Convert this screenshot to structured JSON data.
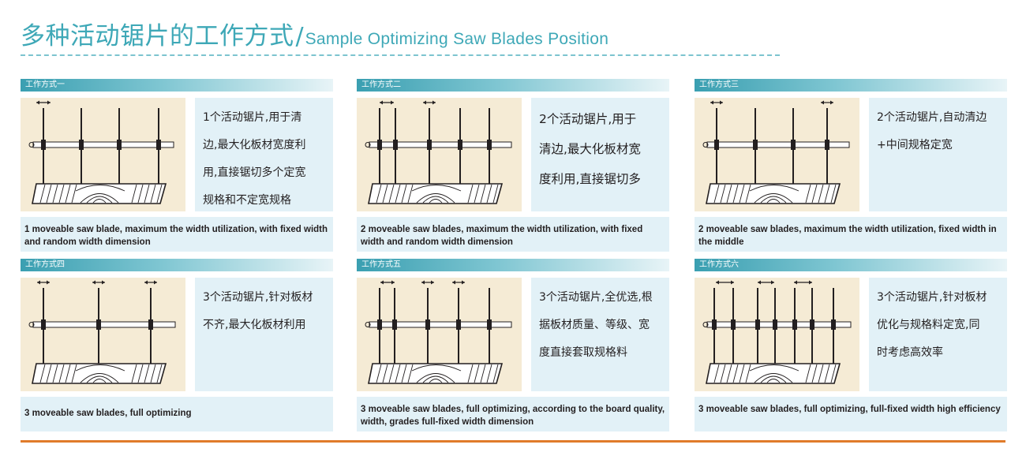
{
  "header": {
    "title_cn": "多种活动锯片的工作方式",
    "separator": "/",
    "title_en": "Sample Optimizing Saw Blades Position"
  },
  "colors": {
    "accent_teal": "#3ea8b7",
    "tag_teal": "#3a9fb1",
    "panel_blue": "#e2f1f7",
    "panel_beige": "#f5ebd5",
    "rule_orange": "#e07b2a"
  },
  "icons": {
    "arrow": "double-arrow-icon",
    "saw": "saw-blade-icon",
    "board": "wood-board-icon"
  },
  "modes": [
    {
      "tag": "工作方式一",
      "cn_lines": [
        "1个活动锯片,用于清",
        "边,最大化板材宽度利",
        "用,直接锯切多个定宽",
        "规格和不定宽规格"
      ],
      "en": "1 moveable saw blade, maximum the width utilization, with fixed width and random width dimension",
      "moveable_blades": 1
    },
    {
      "tag": "工作方式二",
      "cn_lines": [
        "2个活动锯片,用于",
        "清边,最大化板材宽",
        "度利用,直接锯切多"
      ],
      "en": "2 moveable saw blades, maximum the width utilization, with fixed width and random width dimension",
      "moveable_blades": 2
    },
    {
      "tag": "工作方式三",
      "cn_lines": [
        "2个活动锯片,自动清边",
        "+中间规格定宽"
      ],
      "en": "2 moveable saw blades, maximum the width utilization, fixed width in the middle",
      "moveable_blades": 2
    },
    {
      "tag": "工作方式四",
      "cn_lines": [
        "3个活动锯片,针对板材",
        "不齐,最大化板材利用"
      ],
      "en": "3 moveable saw blades, full optimizing",
      "moveable_blades": 3
    },
    {
      "tag": "工作方式五",
      "cn_lines": [
        "3个活动锯片,全优选,根",
        "据板材质量、等级、宽",
        "度直接套取规格料"
      ],
      "en": "3 moveable saw blades, full optimizing, according to the board quality, width, grades full-fixed width dimension",
      "moveable_blades": 3
    },
    {
      "tag": "工作方式六",
      "cn_lines": [
        "3个活动锯片,针对板材",
        "优化与规格料定宽,同",
        "时考虑高效率"
      ],
      "en": "3 moveable saw blades, full optimizing, full-fixed width high efficiency",
      "moveable_blades": 3
    }
  ]
}
